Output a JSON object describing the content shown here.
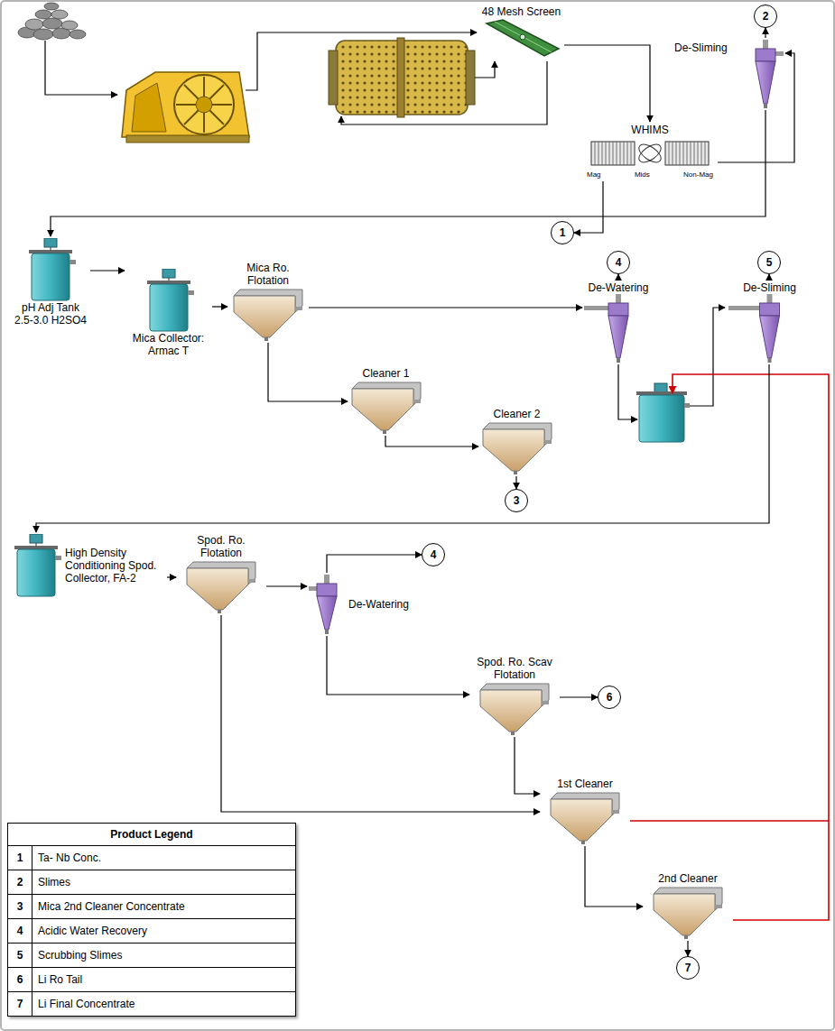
{
  "diagram": {
    "nodes": [
      {
        "text": [
          "48 Mesh Screen"
        ]
      },
      {
        "text": [
          "De-Sliming"
        ]
      },
      {
        "text": [
          "2"
        ]
      },
      {
        "text": [
          "WHIMS",
          "Mag",
          "Mids",
          "Non-Mag"
        ]
      },
      {
        "text": [
          "1"
        ]
      },
      {
        "text": [
          "pH Adj Tank 2.5-3.0 H2SO4"
        ]
      },
      {
        "text": [
          "Mica Collector: Armac T"
        ]
      },
      {
        "text": [
          "Mica Ro. Flotation"
        ]
      },
      {
        "text": [
          "Cleaner 1"
        ]
      },
      {
        "text": [
          "Cleaner 2"
        ]
      },
      {
        "text": [
          "3"
        ]
      },
      {
        "text": [
          "De-Watering"
        ]
      },
      {
        "text": [
          "4"
        ]
      },
      {
        "text": [
          "De-Sliming"
        ]
      },
      {
        "text": [
          "5"
        ]
      },
      {
        "text": [
          "High Density Conditioning Spod. Collector, FA-2"
        ]
      },
      {
        "text": [
          "Spod. Ro. Flotation"
        ]
      },
      {
        "text": [
          "De-Watering"
        ]
      },
      {
        "text": [
          "4"
        ]
      },
      {
        "text": [
          "Spod. Ro. Scav Flotation"
        ]
      },
      {
        "text": [
          "6"
        ]
      },
      {
        "text": [
          "1st Cleaner"
        ]
      },
      {
        "text": [
          "2nd Cleaner"
        ]
      },
      {
        "text": [
          "7"
        ]
      }
    ],
    "edges": [
      {
        "from": 0,
        "to": 3,
        "arrow": "to"
      },
      {
        "from": 3,
        "to": 4,
        "arrow": "to"
      },
      {
        "from": 3,
        "to": 1,
        "arrow": "to"
      },
      {
        "from": 1,
        "to": 2,
        "arrow": "to"
      },
      {
        "from": 1,
        "to": 5,
        "arrow": "to"
      },
      {
        "from": 5,
        "to": 6,
        "arrow": "to"
      },
      {
        "from": 6,
        "to": 7,
        "arrow": "to"
      },
      {
        "from": 7,
        "to": 8,
        "arrow": "to"
      },
      {
        "from": 8,
        "to": 9,
        "arrow": "to"
      },
      {
        "from": 9,
        "to": 10,
        "arrow": "to"
      },
      {
        "from": 7,
        "to": 11,
        "arrow": "to"
      },
      {
        "from": 11,
        "to": 12,
        "arrow": "to"
      },
      {
        "from": 13,
        "to": 14,
        "arrow": "to"
      },
      {
        "from": 13,
        "to": 15,
        "arrow": "to"
      },
      {
        "from": 15,
        "to": 16,
        "arrow": "to"
      },
      {
        "from": 16,
        "to": 17,
        "arrow": "to"
      },
      {
        "from": 17,
        "to": 18,
        "arrow": "to"
      },
      {
        "from": 17,
        "to": 19,
        "arrow": "to"
      },
      {
        "from": 19,
        "to": 20,
        "arrow": "to"
      },
      {
        "from": 16,
        "to": 21,
        "arrow": "to"
      },
      {
        "from": 19,
        "to": 21,
        "arrow": "to"
      },
      {
        "from": 21,
        "to": 22,
        "arrow": "to"
      },
      {
        "from": 22,
        "to": 23,
        "arrow": "to"
      }
    ],
    "labels": [
      "Product Legend",
      "1",
      "Ta- Nb Conc.",
      "2",
      "Slimes",
      "3",
      "Mica 2nd Cleaner Concentrate",
      "4",
      "Acidic Water Recovery",
      "5",
      "Scrubbing Slimes",
      "6",
      "Li Ro Tail",
      "7",
      "Li Final Concentrate"
    ]
  }
}
